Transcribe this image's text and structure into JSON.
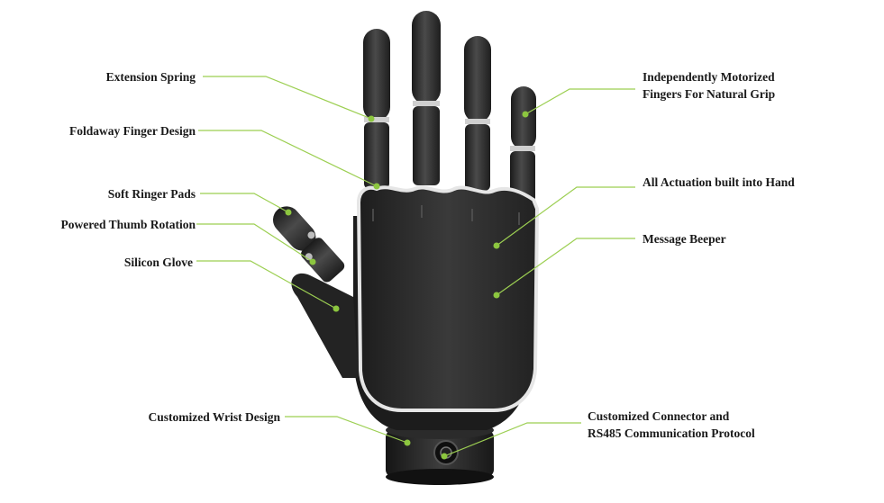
{
  "colors": {
    "leader_line": "#9ccf52",
    "dot": "#8cc63f",
    "label_text": "#1a1a1a",
    "hand_body": "#2a2a2a",
    "palm_edge": "#e6e6e6",
    "background": "#ffffff"
  },
  "labels": {
    "extension_spring": "Extension Spring",
    "foldaway_finger": "Foldaway Finger Design",
    "soft_finger_pads": "Soft Ringer Pads",
    "thumb_rotation": "Powered Thumb Rotation",
    "silicon_glove": "Silicon Glove",
    "wrist_design": "Customized Wrist Design",
    "motorized_line1": "Independently Motorized",
    "motorized_line2": "Fingers For Natural Grip",
    "actuation": "All Actuation built into Hand",
    "beeper": "Message Beeper",
    "connector_line1": "Customized Connector and",
    "connector_line2": "RS485 Communication Protocol"
  }
}
